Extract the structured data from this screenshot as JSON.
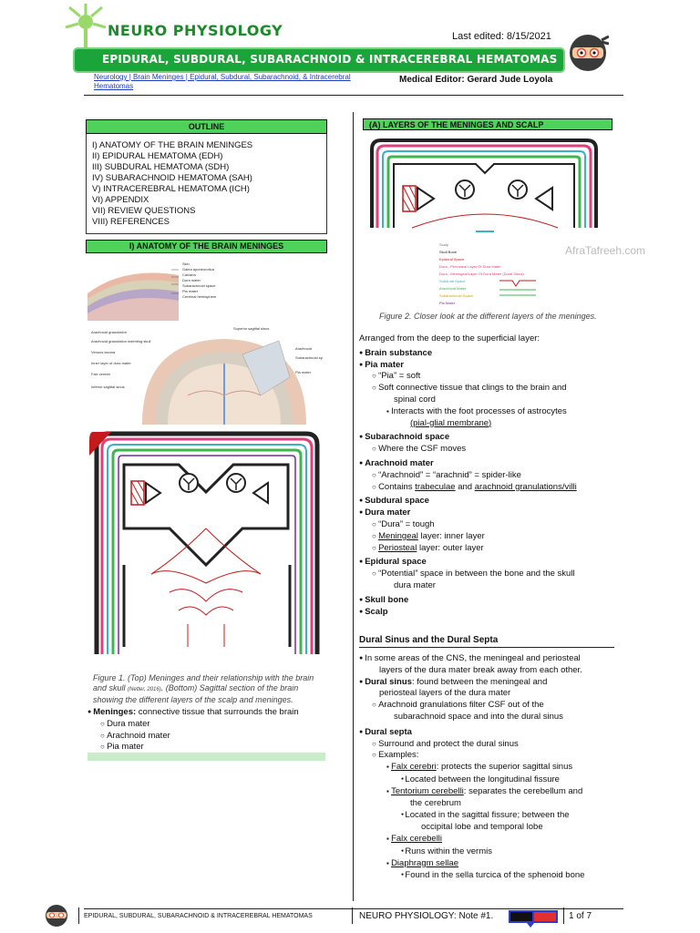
{
  "header": {
    "brand": "NEURO PHYSIOLOGY",
    "last_edited": "Last edited: 8/15/2021",
    "title": "EPIDURAL, SUBDURAL, SUBARACHNOID & INTRACEREBRAL HEMATOMAS",
    "breadcrumb": "Neurology | Brain Meninges | Epidural, Subdural, Subarachnoid, & Intracerebral Hematomas",
    "editor": "Medical Editor: Gerard Jude Loyola"
  },
  "outline": {
    "heading": "OUTLINE",
    "items": [
      "I) ANATOMY OF THE BRAIN MENINGES",
      "II) EPIDURAL HEMATOMA (EDH)",
      "III) SUBDURAL HEMATOMA (SDH)",
      "IV) SUBARACHNOID HEMATOMA (SAH)",
      "V) INTRACEREBRAL HEMATOMA (ICH)",
      "VI) APPENDIX",
      "VII) REVIEW QUESTIONS",
      "VIII) REFERENCES"
    ]
  },
  "left": {
    "section_heading": "I)  ANATOMY OF THE BRAIN MENINGES",
    "fig1_caption_a": "Figure 1. (Top) Meninges and their relationship with the brain",
    "fig1_caption_b": "and skull",
    "fig1_caption_cite": "(Netter, 2016)",
    "fig1_caption_c": ". (Bottom) Sagittal section of the brain",
    "fig1_caption_d": "showing the different layers of the scalp and meninges.",
    "meninges_term": "Meninges:",
    "meninges_def": " connective tissue that surrounds the brain",
    "meninges_items": [
      "Dura mater",
      "Arachnoid mater",
      "Pia mater"
    ]
  },
  "right": {
    "section_heading": "(A)  LAYERS OF THE MENINGES AND SCALP",
    "watermark": "AfraTafreeh.com",
    "fig2_caption": "Figure 2. Closer look at the different layers of the meninges.",
    "intro": "Arranged from the deep to the superficial layer:",
    "brain_substance": "Brain substance",
    "pia": "Pia mater",
    "pia_1": "“Pia” = soft",
    "pia_2a": "Soft connective tissue that clings to the brain and",
    "pia_2b": "spinal cord",
    "pia_3": "Interacts with the foot processes of astrocytes",
    "pia_3b": "(pial-glial membrane)",
    "subarachnoid": "Subarachnoid space",
    "subarachnoid_1": "Where the CSF moves",
    "arachnoid": "Arachnoid mater",
    "arachnoid_1": "“Arachnoid” = “arachnid” = spider-like",
    "arachnoid_2a": "Contains ",
    "arachnoid_2b": "trabeculae",
    "arachnoid_2c": " and ",
    "arachnoid_2d": "arachnoid granulations/villi",
    "subdural": "Subdural space",
    "dura": "Dura mater",
    "dura_1": "“Dura” = tough",
    "dura_2a": "Meningeal",
    "dura_2b": " layer: inner layer",
    "dura_3a": "Periosteal",
    "dura_3b": " layer: outer layer",
    "epidural": "Epidural space",
    "epidural_1a": "“Potential” space in between the bone and the skull",
    "epidural_1b": "dura mater",
    "skull": "Skull bone",
    "scalp": "Scalp",
    "sinus_heading": "Dural Sinus and the Dural Septa",
    "sinus_1a": "In some areas of the CNS, the meningeal and periosteal",
    "sinus_1b": "layers of the dura mater break away from each other.",
    "sinus_2a": "Dural sinus",
    "sinus_2b": ": found between the meningeal and",
    "sinus_2c": "periosteal layers of the dura mater",
    "sinus_3a": "Arachnoid granulations filter CSF out of the",
    "sinus_3b": "subarachnoid space and into the dural sinus",
    "septa": "Dural septa",
    "septa_1": "Surround and protect the dural sinus",
    "septa_2": "Examples:",
    "falx": "Falx cerebri",
    "falx_b": ": protects the superior sagittal sinus",
    "falx_1": "Located between the longitudinal fissure",
    "tent": "Tentorium cerebelli",
    "tent_b": ": separates the cerebellum and",
    "tent_c": "the cerebrum",
    "tent_1a": "Located in the sagittal fissure; between the",
    "tent_1b": "occipital lobe and temporal lobe",
    "falxcb": "Falx cerebelli",
    "falxcb_1": "Runs within the vermis",
    "diaph": "Diaphragm sellae",
    "diaph_1": "Found in the sella turcica of the sphenoid bone"
  },
  "footer": {
    "left": "EPIDURAL, SUBDURAL, SUBARACHNOID & INTRACEREBRAL HEMATOMAS",
    "mid": "NEURO PHYSIOLOGY: Note #1.",
    "page": "1 of 7"
  },
  "colors": {
    "brand_green": "#1a8a2a",
    "bar_green": "#4fd25a",
    "title_green": "#1ba43a",
    "link_blue": "#1b3dbb"
  }
}
